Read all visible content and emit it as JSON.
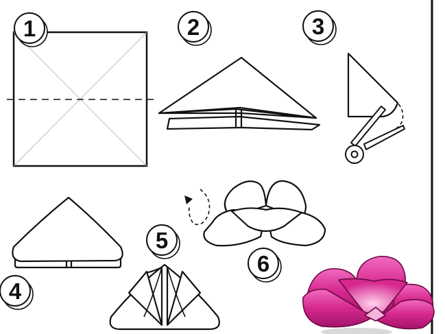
{
  "steps": [
    {
      "number": "1"
    },
    {
      "number": "2"
    },
    {
      "number": "3"
    },
    {
      "number": "4"
    },
    {
      "number": "5"
    },
    {
      "number": "6"
    }
  ],
  "colors": {
    "line": "#111111",
    "crease": "#b8b8b8",
    "petal": "#d6288f",
    "petal_light": "#ee62b6",
    "petal_dark": "#8e1058",
    "paper": "#ffffff"
  },
  "icons": [
    "scissors-icon",
    "rotate-arrow-icon"
  ]
}
